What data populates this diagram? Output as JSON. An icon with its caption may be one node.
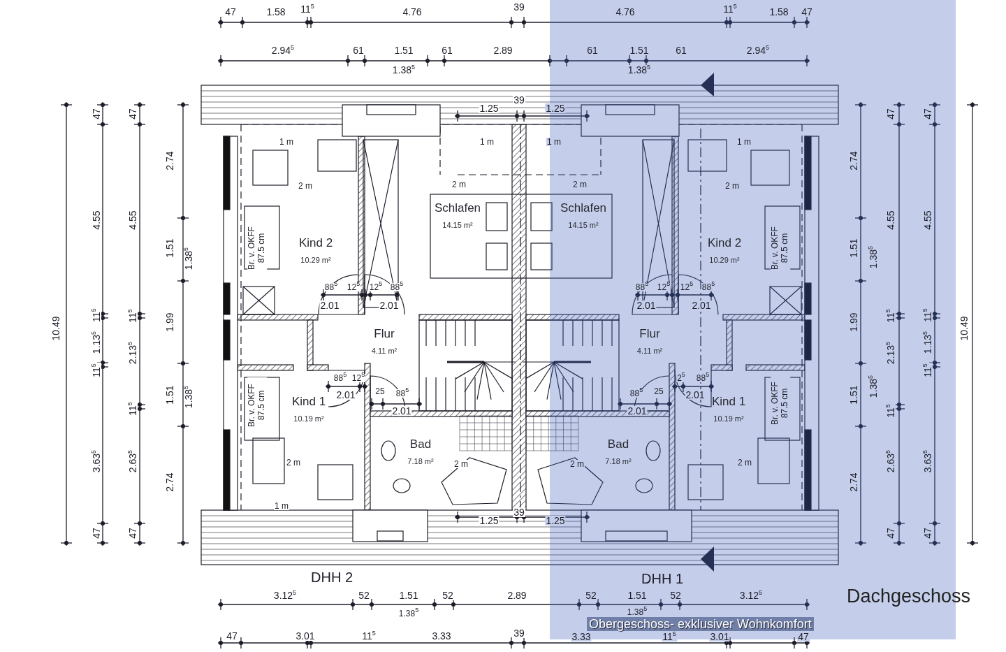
{
  "diagram": {
    "title": "Dachgeschoss",
    "caption": "Obergeschoss- exklusiver Wohnkomfort",
    "nodes": [
      {
        "text": [
          "Kind 2",
          "10.29 m²"
        ]
      },
      {
        "text": [
          "Schlafen",
          "14.15 m²"
        ]
      },
      {
        "text": [
          "Schlafen",
          "14.15 m²"
        ]
      },
      {
        "text": [
          "Kind 2",
          "10.29 m²"
        ]
      },
      {
        "text": [
          "Flur",
          "4.11 m²"
        ]
      },
      {
        "text": [
          "Flur",
          "4.11 m²"
        ]
      },
      {
        "text": [
          "Kind 1",
          "10.19 m²"
        ]
      },
      {
        "text": [
          "Kind 1",
          "10.19 m²"
        ]
      },
      {
        "text": [
          "Bad",
          "7.18 m²"
        ]
      },
      {
        "text": [
          "Bad",
          "7.18 m²"
        ]
      }
    ],
    "labels": [
      "47",
      "1.58",
      "11$^{5}$",
      "4.76",
      "39",
      "4.76",
      "11$^{5}$",
      "1.58",
      "47",
      "2.94$^{5}$",
      "61",
      "1.51",
      "61",
      "2.89",
      "61",
      "1.51",
      "61",
      "2.94$^{5}$",
      "1.38$^{5}$",
      "1.38$^{5}$",
      "10.49",
      "47",
      "4.55",
      "11$^{5}$",
      "1.13$^{5}$",
      "11$^{5}$",
      "3.63$^{5}$",
      "47",
      "47",
      "4.55",
      "11$^{5}$",
      "2.13$^{5}$",
      "11$^{5}$",
      "2.63$^{5}$",
      "47",
      "2.74",
      "1.51",
      "1.38$^{5}$",
      "1.99",
      "1.51",
      "1.38$^{5}$",
      "2.74",
      "2.74",
      "1.51",
      "1.38$^{5}$",
      "1.99",
      "1.51",
      "1.38$^{5}$",
      "2.74",
      "47",
      "4.55",
      "11$^{5}$",
      "2.13$^{5}$",
      "11$^{5}$",
      "2.63$^{5}$",
      "47",
      "47",
      "4.55",
      "11$^{5}$",
      "1.13$^{5}$",
      "11$^{5}$",
      "3.63$^{5}$",
      "47",
      "10.49",
      "1.25",
      "39",
      "1.25",
      "1 m",
      "2 m",
      "1 m",
      "2 m",
      "1 m",
      "2 m",
      "1 m",
      "2 m",
      "Br. v. OKFF 87.5 cm",
      "Br. v. OKFF 87.5 cm",
      "88$^{5}$",
      "12$^{5}$",
      "12$^{5}$",
      "88$^{5}$",
      "2.01",
      "2.01",
      "88$^{5}$",
      "12$^{5}$",
      "2.01",
      "25",
      "88$^{5}$",
      "2.01",
      "88$^{5}$",
      "12$^{5}$",
      "12$^{5}$",
      "88$^{5}$",
      "2.01",
      "2.01",
      "88$^{5}$",
      "25",
      "2.01",
      "2$^{5}$",
      "88$^{5}$",
      "2.01",
      "Br. v. OKFF 87.5 cm",
      "Br. v. OKFF 87.5 cm",
      "2 m",
      "1 m",
      "2 m",
      "2 m",
      "2 m",
      "1.25",
      "39",
      "1.25",
      "DHH 2",
      "DHH 1",
      "3.12$^{5}$",
      "52",
      "1.51",
      "52",
      "2.89",
      "52",
      "1.51",
      "52",
      "3.12$^{5}$",
      "1.38$^{5}$",
      "1.38$^{5}$",
      "47",
      "3.01",
      "11$^{5}$",
      "3.33",
      "39",
      "3.33",
      "11$^{5}$",
      "3.01",
      "47"
    ]
  }
}
